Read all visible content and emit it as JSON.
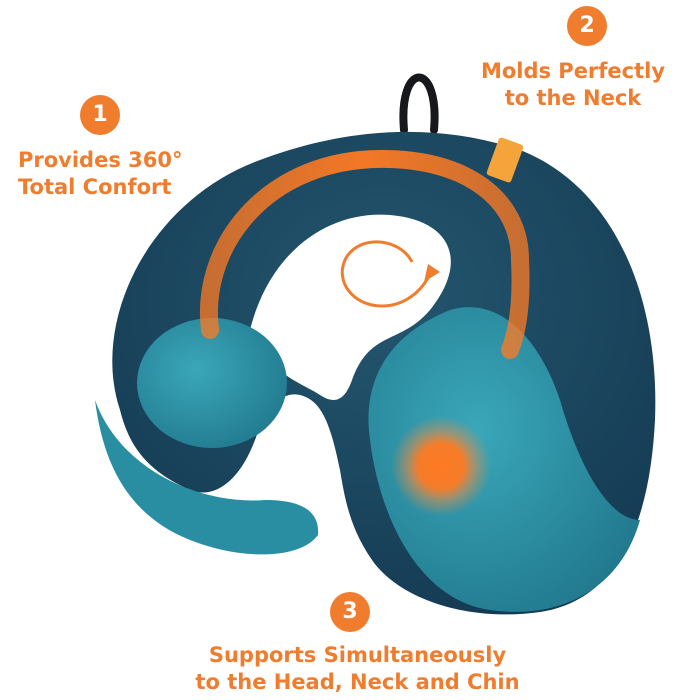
{
  "features": [
    {
      "number": "1",
      "line1": "Provides 360°",
      "line2": "Total Confort"
    },
    {
      "number": "2",
      "line1": "Molds Perfectly",
      "line2": "to the Neck"
    },
    {
      "number": "3",
      "line1": "Supports Simultaneously",
      "line2": "to the Head, Neck and Chin"
    }
  ],
  "colors": {
    "accent": "#f07c2e",
    "pillow_dark": "#1b4660",
    "pillow_light": "#2b93a8"
  }
}
